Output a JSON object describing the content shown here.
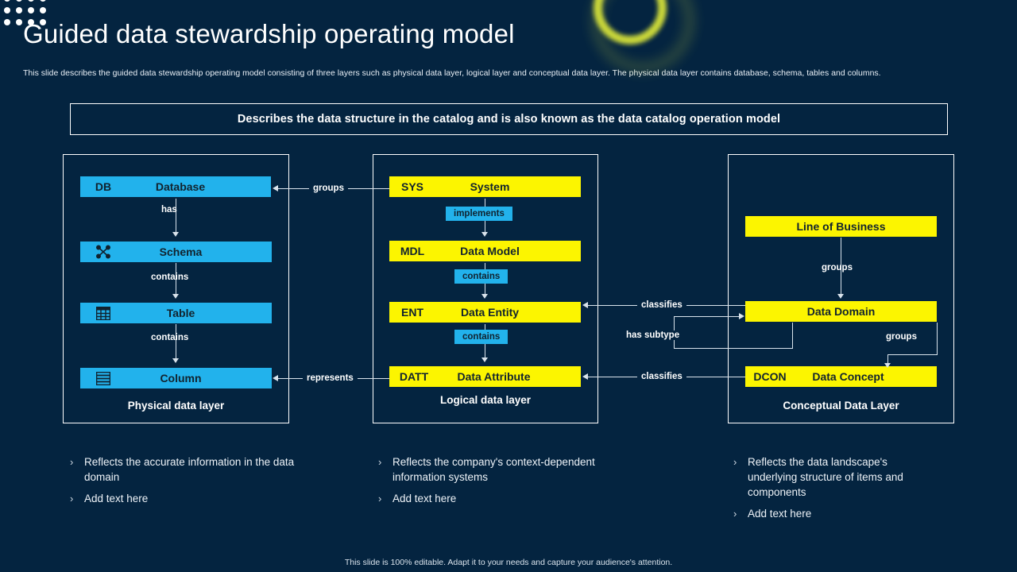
{
  "slide": {
    "title": "Guided data stewardship operating model",
    "subtitle": "This slide describes the guided data stewardship operating model consisting of three layers such as physical data layer,  logical layer and conceptual data layer.  The physical data layer contains database, schema, tables and columns.",
    "banner": "Describes the data structure in the catalog and is also known as the data catalog operation model",
    "footer": "This slide is 100% editable.  Adapt it to your needs and capture your audience's attention.",
    "background_color": "#042440",
    "accent_blue": "#22b2ec",
    "accent_yellow": "#fcf500",
    "line_color": "#d9e3ec"
  },
  "physical": {
    "caption": "Physical data layer",
    "nodes": [
      {
        "code": "DB",
        "name": "Database",
        "icon": "db-text-icon"
      },
      {
        "code": "",
        "name": "Schema",
        "icon": "schema-nodes-icon"
      },
      {
        "code": "",
        "name": "Table",
        "icon": "table-grid-icon"
      },
      {
        "code": "",
        "name": "Column",
        "icon": "column-rows-icon"
      }
    ],
    "relations": [
      "has",
      "contains",
      "contains"
    ]
  },
  "logical": {
    "caption": "Logical data layer",
    "nodes": [
      {
        "code": "SYS",
        "name": "System"
      },
      {
        "code": "MDL",
        "name": "Data Model"
      },
      {
        "code": "ENT",
        "name": "Data Entity"
      },
      {
        "code": "DATT",
        "name": "Data Attribute"
      }
    ],
    "relations": [
      "implements",
      "contains",
      "contains"
    ]
  },
  "conceptual": {
    "caption": "Conceptual Data Layer",
    "nodes": [
      {
        "code": "",
        "name": "Line of Business"
      },
      {
        "code": "",
        "name": "Data Domain"
      },
      {
        "code": "DCON",
        "name": "Data Concept"
      }
    ],
    "relations": [
      "groups",
      "groups"
    ]
  },
  "connectors": {
    "physical_logical": [
      "groups",
      "represents"
    ],
    "logical_conceptual": [
      "classifies",
      "has subtype",
      "classifies"
    ]
  },
  "bullets": {
    "physical": [
      "Reflects the accurate information in the data domain",
      "Add text here"
    ],
    "logical": [
      "Reflects the company's context-dependent information systems",
      "Add text here"
    ],
    "conceptual": [
      "Reflects the data landscape's underlying structure of items and components",
      "Add text here"
    ]
  },
  "bullet_marker": "›"
}
